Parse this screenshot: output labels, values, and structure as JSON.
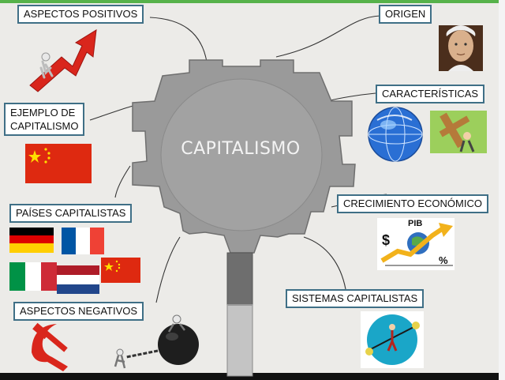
{
  "diagram": {
    "center": "CAPITALISMO",
    "nodes": {
      "aspectos_positivos": "ASPECTOS POSITIVOS",
      "origen": "ORIGEN",
      "ejemplo_line1": "EJEMPLO DE",
      "ejemplo_line2": "CAPITALISMO",
      "caracteristicas": "CARACTERÍSTICAS",
      "paises": "PAÍSES CAPITALISTAS",
      "crecimiento": "CRECIMIENTO ECONÓMICO",
      "aspectos_negativos": "ASPECTOS NEGATIVOS",
      "sistemas": "SISTEMAS CAPITALISTAS"
    },
    "chart_icon": {
      "pib": "PIB",
      "dollar": "$",
      "percent": "%"
    }
  },
  "colors": {
    "background": "#ecebe8",
    "gear": "#9a9a9a",
    "gear_stroke": "#6f6f6f",
    "label_border": "#3f6f86",
    "arrow_red": "#d9261c",
    "china_red": "#de2910",
    "china_yellow": "#ffde00"
  },
  "icons": [
    "growth-arrow-icon",
    "portrait-icon",
    "globe-icon",
    "cross-bearer-icon",
    "china-flag",
    "germany-flag",
    "france-flag",
    "italy-flag",
    "netherlands-flag",
    "hammer-sickle-icon",
    "ball-and-chain-icon",
    "growth-chart-icon",
    "balance-figure-icon"
  ]
}
